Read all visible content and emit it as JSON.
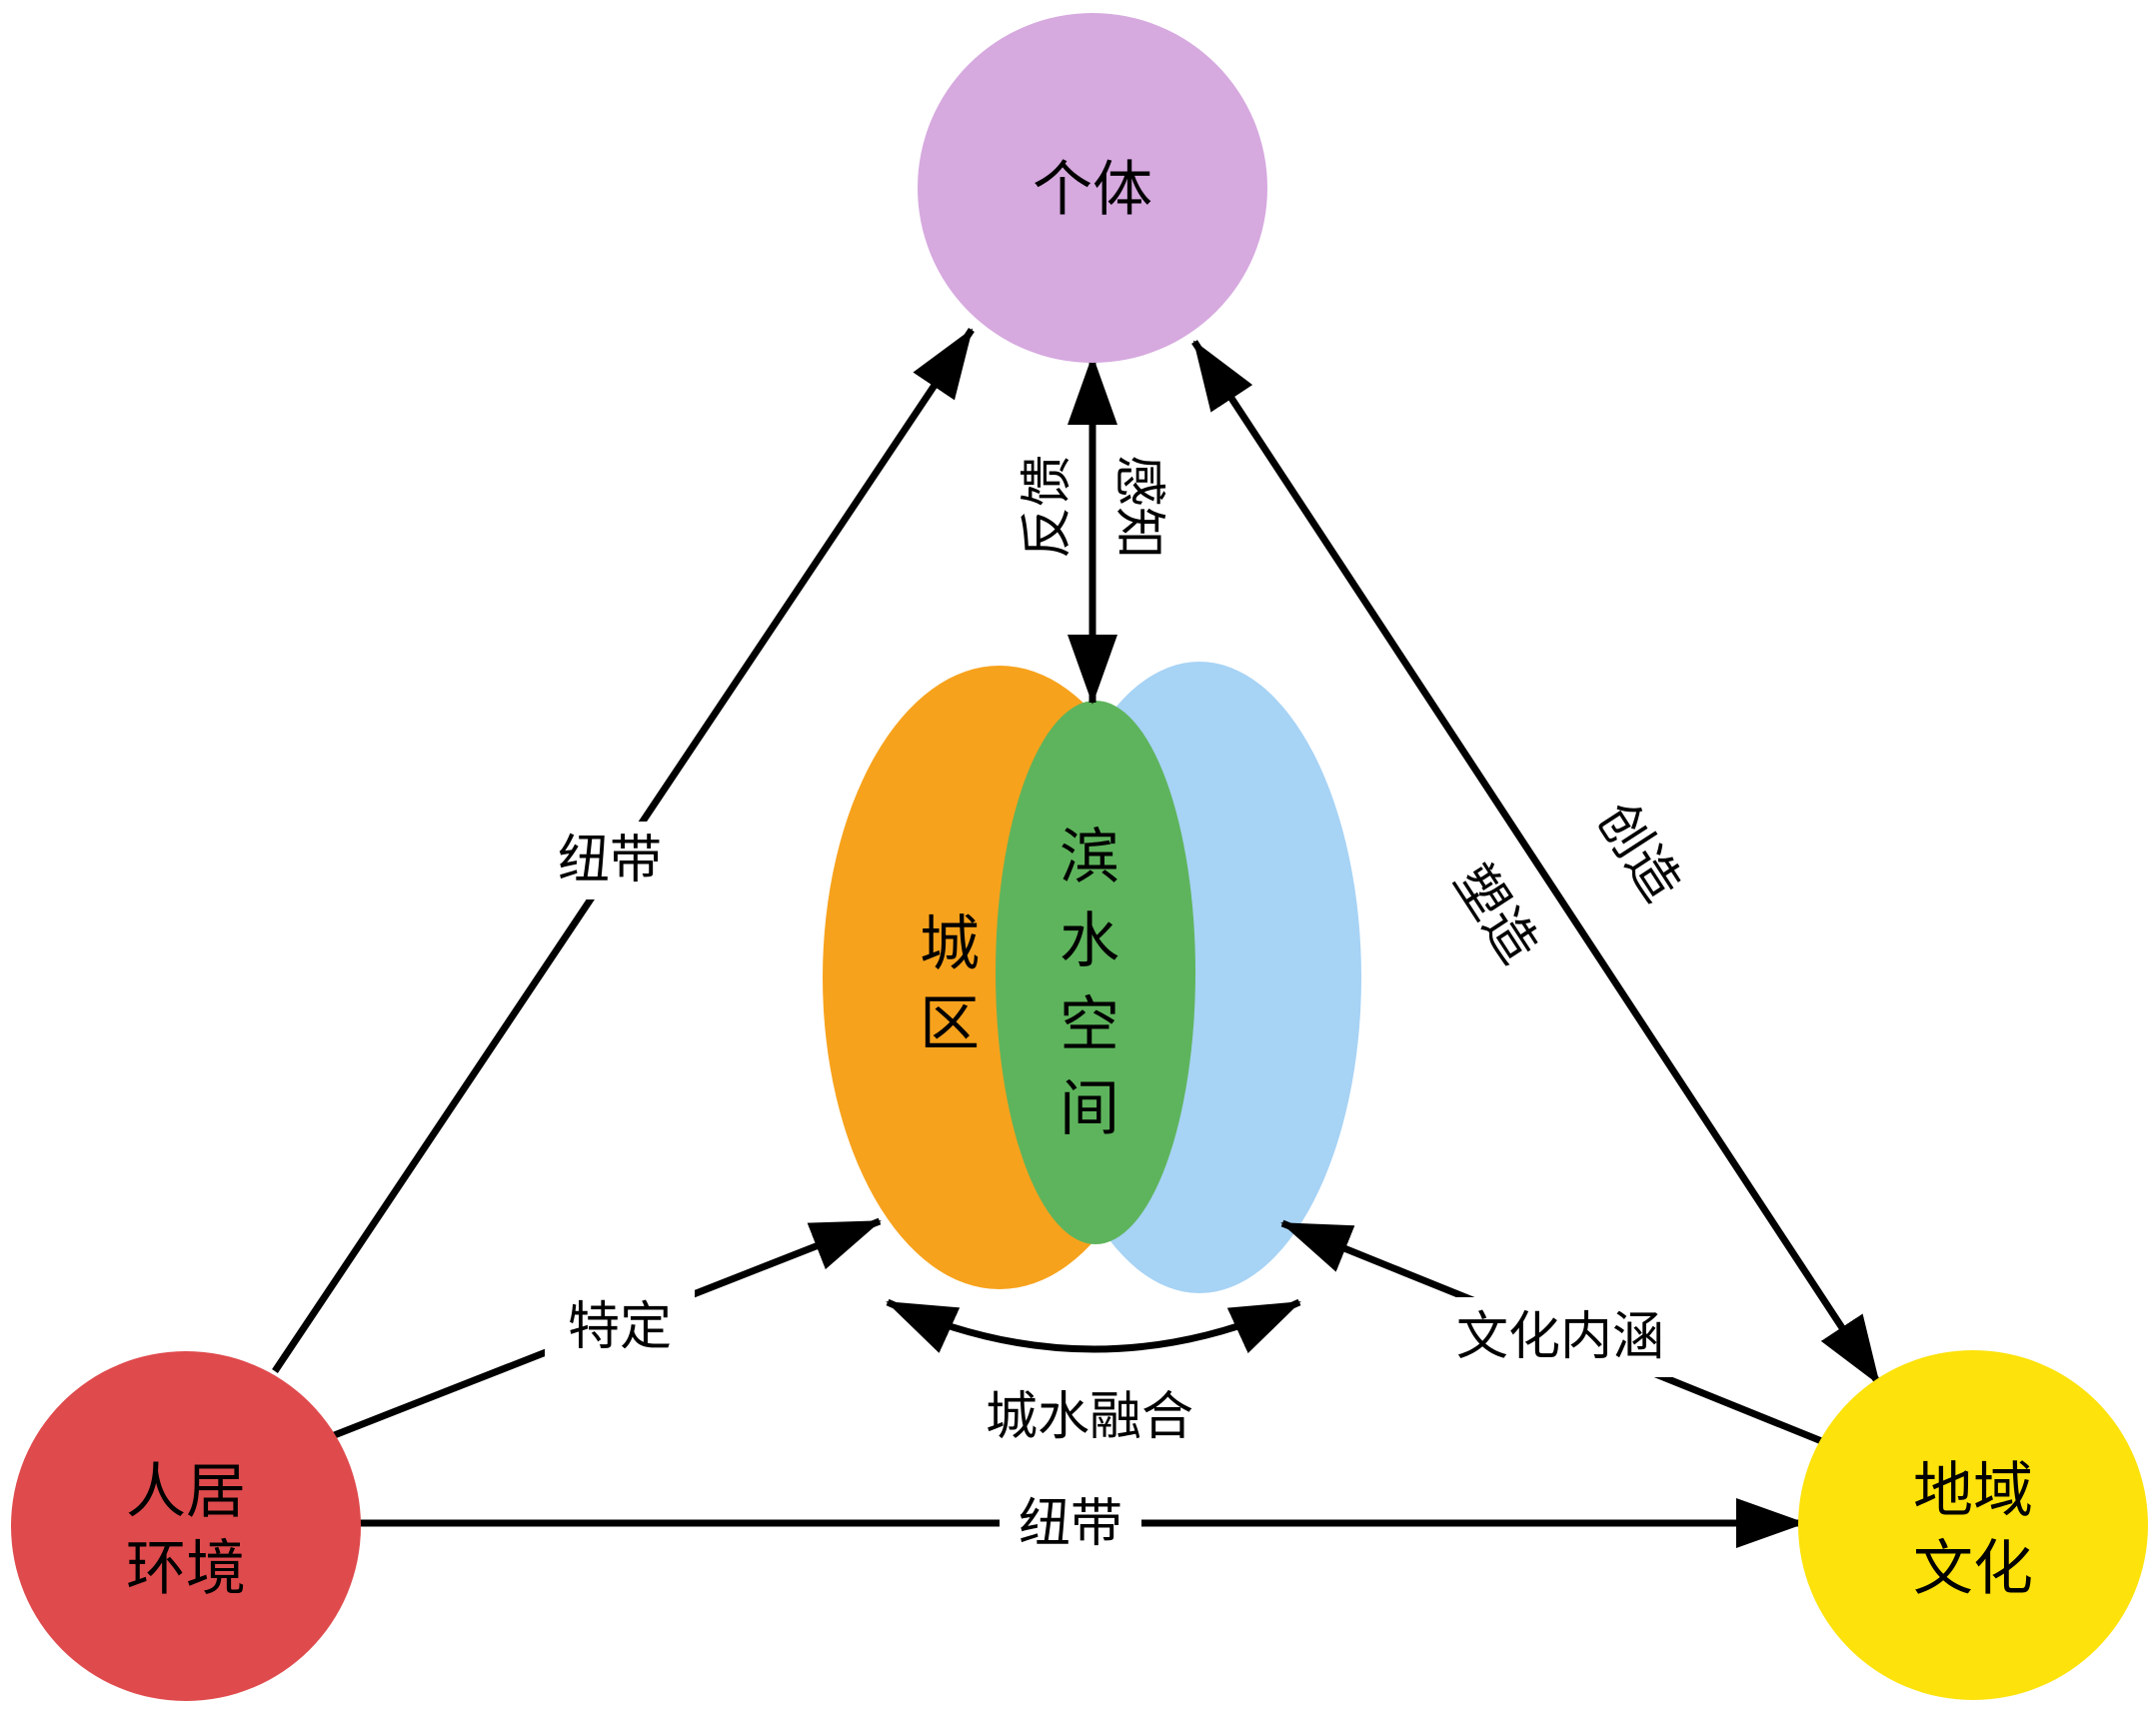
{
  "colors": {
    "individual": "#d6a9df",
    "habitat": "#df4a4c",
    "culture": "#fde20b",
    "district": "#f7a21c",
    "water": "#a7d3f5",
    "waterfront": "#5eb45c",
    "line": "#000000"
  },
  "nodes": {
    "individual": "个体",
    "habitat_line1": "人居",
    "habitat_line2": "环境",
    "culture_line1": "地域",
    "culture_line2": "文化",
    "district_line1": "城",
    "district_line2": "区",
    "waterfront_line1": "滨",
    "waterfront_line2": "水",
    "waterfront_line3": "空",
    "waterfront_line4": "间"
  },
  "edges": {
    "habitat_to_individual": "纽带",
    "habitat_to_culture": "纽带",
    "habitat_to_district": "特定",
    "culture_to_water": "文化内涵",
    "district_water_loop": "城水融合",
    "individual_culture_a": "创造",
    "individual_culture_b": "塑造",
    "vertical_left": "反馈",
    "vertical_right": "感知"
  }
}
